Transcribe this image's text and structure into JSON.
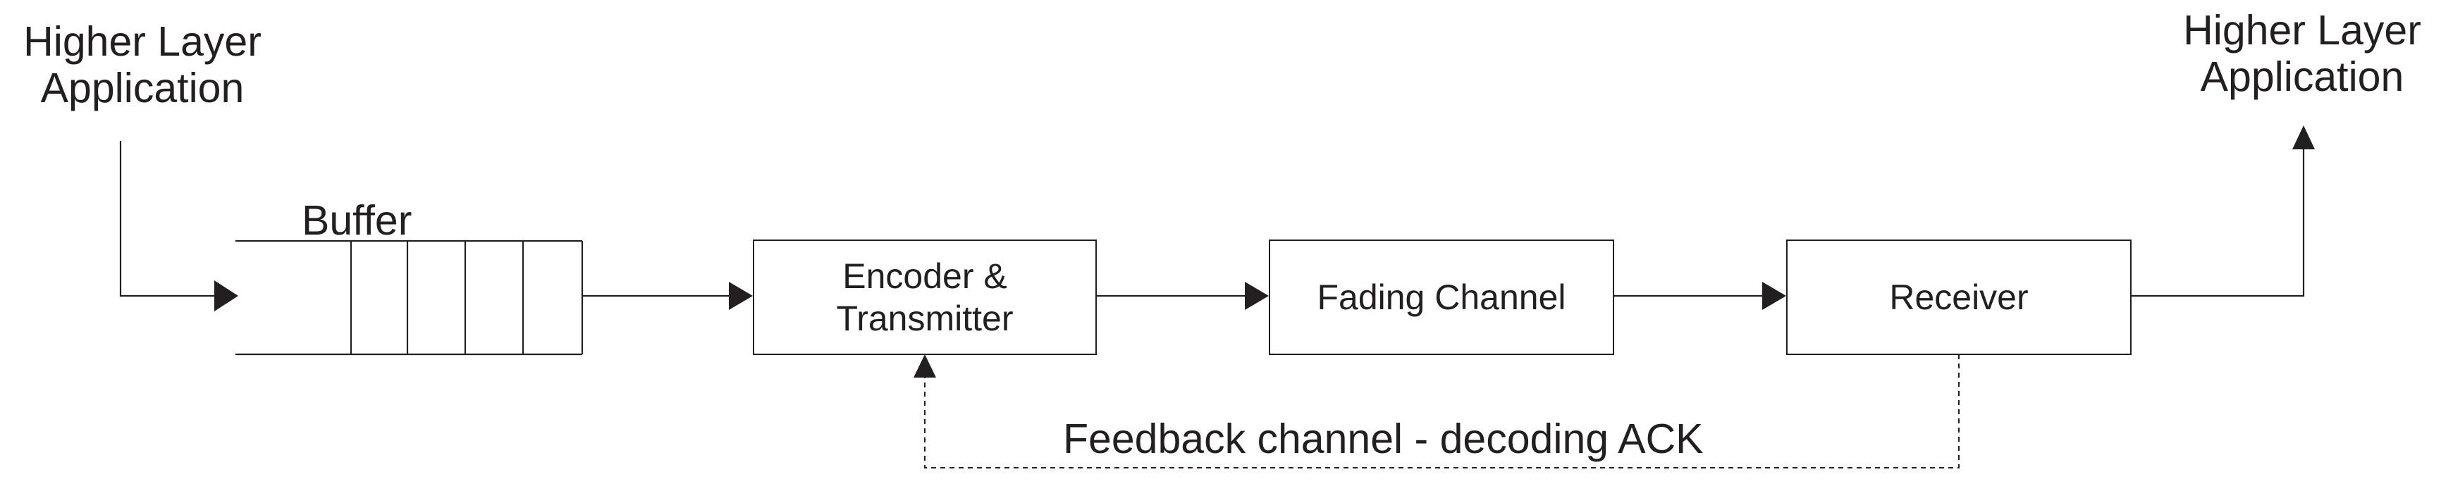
{
  "labels": {
    "source_app": "Higher Layer\nApplication",
    "sink_app": "Higher Layer\nApplication",
    "buffer": "Buffer",
    "feedback": "Feedback channel - decoding ACK"
  },
  "blocks": {
    "encoder": "Encoder &\nTransmitter",
    "channel": "Fading Channel",
    "receiver": "Receiver"
  },
  "colors": {
    "line": "#231f20"
  }
}
